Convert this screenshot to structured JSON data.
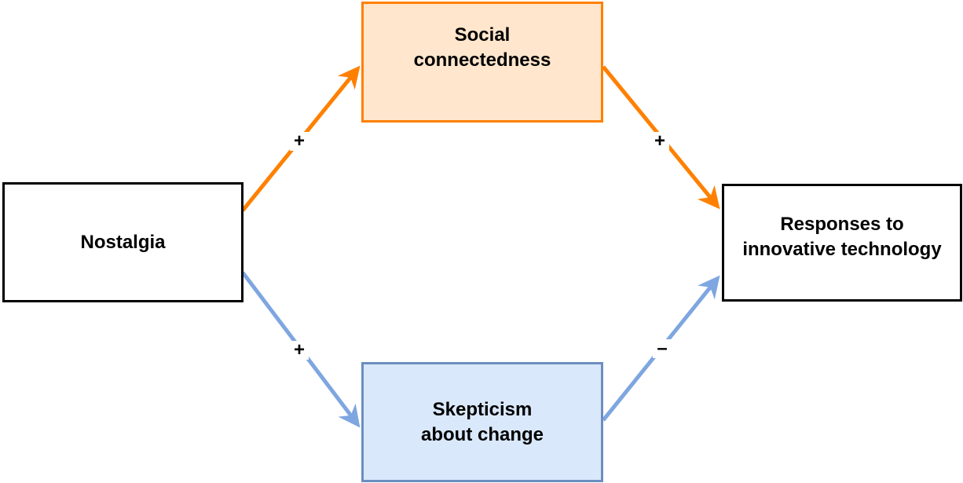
{
  "diagram": {
    "nodes": [
      {
        "id": "nostalgia",
        "label": "Nostalgia",
        "fill": "#ffffff",
        "stroke": "#000000"
      },
      {
        "id": "social",
        "label": "Social\nconnectedness",
        "fill": "#ffe6cc",
        "stroke": "#ff8000"
      },
      {
        "id": "skepticism",
        "label": "Skepticism\nabout change",
        "fill": "#dae8fc",
        "stroke": "#6c8ebf"
      },
      {
        "id": "responses",
        "label": "Responses to\ninnovative technology",
        "fill": "#ffffff",
        "stroke": "#000000"
      }
    ],
    "edges": [
      {
        "from": "nostalgia",
        "to": "social",
        "sign": "+",
        "color": "#ff8000"
      },
      {
        "from": "social",
        "to": "responses",
        "sign": "+",
        "color": "#ff8000"
      },
      {
        "from": "nostalgia",
        "to": "skepticism",
        "sign": "+",
        "color": "#7ea6e0"
      },
      {
        "from": "skepticism",
        "to": "responses",
        "sign": "–",
        "color": "#7ea6e0"
      }
    ]
  }
}
